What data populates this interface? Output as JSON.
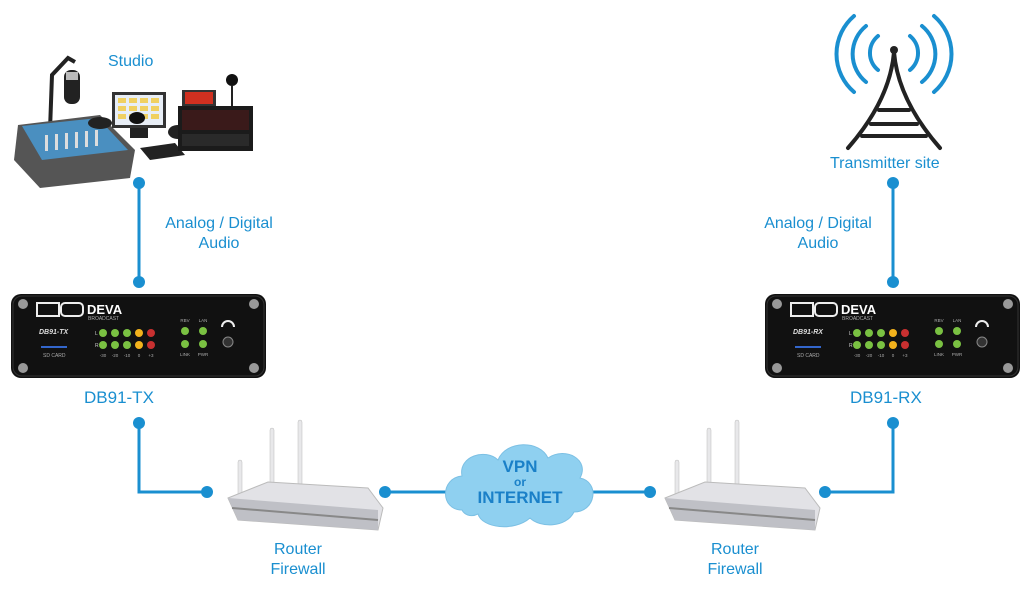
{
  "title": "DB91-TX / DB91-RX audio over IP link diagram",
  "colors": {
    "accent": "#1a8fd0",
    "cloud": "#8fd0f0",
    "device_body": "#111111",
    "router": "#d8d8dc"
  },
  "nodes": {
    "studio": {
      "label": "Studio"
    },
    "transmitter": {
      "label": "Transmitter site"
    },
    "left_link": {
      "line1": "Analog / Digital",
      "line2": "Audio"
    },
    "right_link": {
      "line1": "Analog / Digital",
      "line2": "Audio"
    },
    "tx_device": {
      "label": "DB91-TX",
      "brand": "DEVA",
      "brand_sub": "BROADCAST",
      "model": "DB91-TX",
      "sd_label": "SD CARD",
      "meter_rows": [
        "L",
        "R"
      ],
      "meter_scale": [
        "-30",
        "-20",
        "-10",
        "0",
        "+3"
      ],
      "status_top": [
        "RBV",
        "LAN"
      ],
      "status_bottom": [
        "LINK",
        "PWR"
      ]
    },
    "rx_device": {
      "label": "DB91-RX",
      "brand": "DEVA",
      "brand_sub": "BROADCAST",
      "model": "DB91-RX",
      "sd_label": "SD CARD",
      "meter_rows": [
        "L",
        "R"
      ],
      "meter_scale": [
        "-30",
        "-20",
        "-10",
        "0",
        "+3"
      ],
      "status_top": [
        "RBV",
        "LAN"
      ],
      "status_bottom": [
        "LINK",
        "PWR"
      ]
    },
    "router_left": {
      "line1": "Router",
      "line2": "Firewall"
    },
    "router_right": {
      "line1": "Router",
      "line2": "Firewall"
    },
    "cloud": {
      "line1": "VPN",
      "line2": "or",
      "line3": "INTERNET"
    }
  }
}
